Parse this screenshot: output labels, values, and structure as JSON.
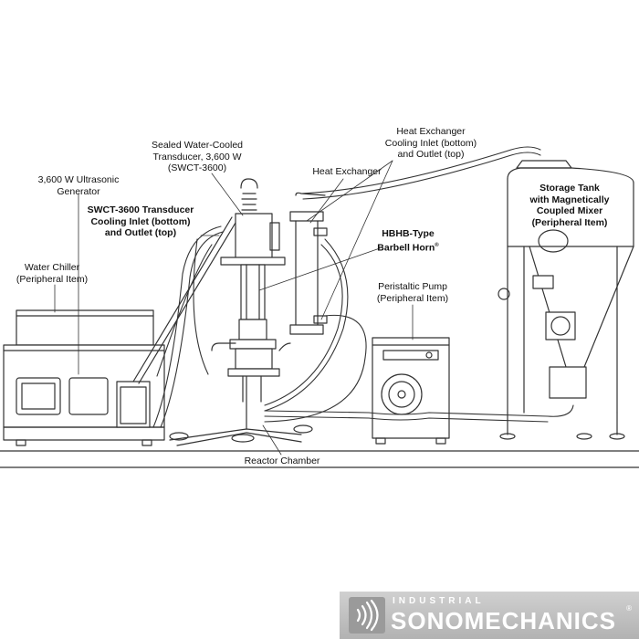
{
  "labels": {
    "water_chiller": "Water Chiller\n(Peripheral Item)",
    "ultrasonic_generator": "3,600 W Ultrasonic\nGenerator",
    "transducer": "Sealed Water-Cooled\nTransducer, 3,600 W\n(SWCT-3600)",
    "transducer_cooling": "SWCT-3600 Transducer\nCooling Inlet (bottom)\nand Outlet (top)",
    "heat_exchanger": "Heat Exchanger",
    "heat_exchanger_cooling": "Heat Exchanger\nCooling Inlet (bottom)\nand Outlet (top)",
    "barbell_horn": "HBHB-Type\nBarbell Horn",
    "barbell_horn_mark": "®",
    "peristaltic_pump": "Peristaltic Pump\n(Peripheral Item)",
    "storage_tank": "Storage Tank\nwith Magnetically\nCoupled Mixer\n(Peripheral Item)",
    "reactor_chamber": "Reactor Chamber"
  },
  "brand": {
    "line1": "INDUSTRIAL",
    "line2_a": "SONO",
    "line2_b": "MECHANICS",
    "mark": "®"
  },
  "colors": {
    "line": "#333333",
    "brand_bg": "#bcbcbc"
  }
}
